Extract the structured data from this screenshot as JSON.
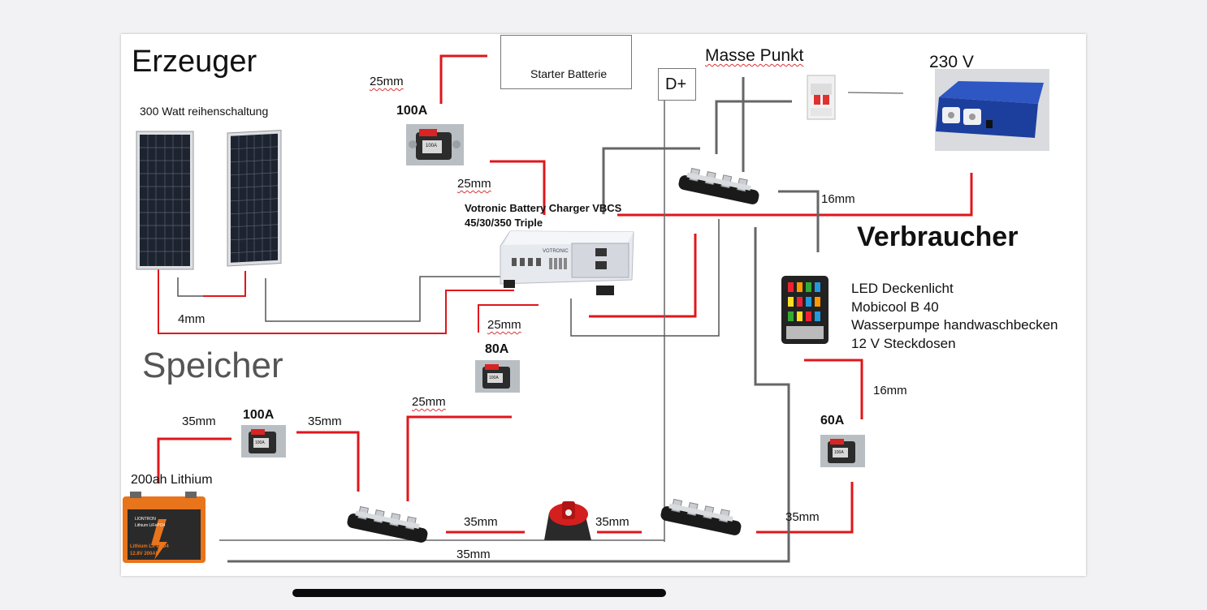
{
  "sections": {
    "producers": "Erzeuger",
    "storage": "Speicher",
    "consumers": "Verbraucher"
  },
  "labels": {
    "solar": "300 Watt reihenschaltung",
    "starter_battery": "Starter Batterie",
    "d_plus": "D+",
    "ground_point": "Masse Punkt",
    "voltage_230": "230 V",
    "charger_line1": "Votronic Battery Charger VBCS",
    "charger_line2": "45/30/350 Triple",
    "lithium": "200ah Lithium",
    "battery_brand": "LIONTRON",
    "battery_sub": "Lithium LiFePO4",
    "battery_type": "Lithium LiFePO4",
    "battery_spec": "12.8V 200Ah",
    "charger_brand": "VOTRONIC",
    "breaker_face": "100A"
  },
  "fuses": {
    "f100_top": "100A",
    "f80": "80A",
    "f100_bottom": "100A",
    "f60": "60A"
  },
  "wire_sizes": {
    "w25_top": "25mm",
    "w25_mid": "25mm",
    "w25_charger": "25mm",
    "w25_bottom": "25mm",
    "w16_right": "16mm",
    "w16_low": "16mm",
    "w4": "4mm",
    "w35_a": "35mm",
    "w35_b": "35mm",
    "w35_c": "35mm",
    "w35_d": "35mm",
    "w35_e": "35mm",
    "w35_f": "35mm"
  },
  "consumers_list": [
    "LED Deckenlicht",
    "Mobicool B 40",
    "Wasserpumpe handwaschbecken",
    "12 V Steckdosen"
  ],
  "colors": {
    "positive_wire": "#e0161b",
    "ground_wire": "#555555",
    "inverter_blue": "#1c3f9e",
    "battery_orange": "#e8741c"
  }
}
